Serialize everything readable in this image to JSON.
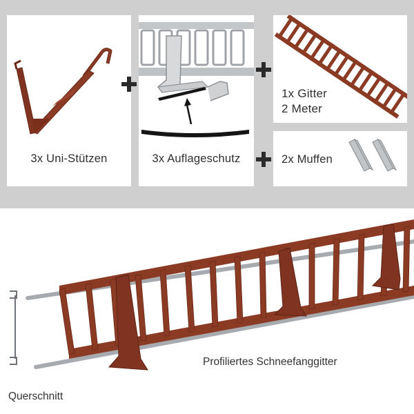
{
  "colors": {
    "background_band": "#cfcfcf",
    "panel": "#ffffff",
    "rust_brown": "#8b3a24",
    "rust_dark": "#6a2a18",
    "steel": "#b9bcbf",
    "black_strip": "#151515"
  },
  "icons": [
    "plus-icon",
    "arrow-up-icon"
  ],
  "components": {
    "support": {
      "label": "3x Uni-Stützen"
    },
    "protection": {
      "label": "3x Auflageschutz"
    },
    "grille": {
      "label_line1": "1x Gitter",
      "label_line2": "2 Meter"
    },
    "sleeves": {
      "label": "2x Muffen"
    }
  },
  "assembly": {
    "caption": "Profiliertes Schneefanggitter",
    "cross_section_label": "Querschnitt"
  }
}
